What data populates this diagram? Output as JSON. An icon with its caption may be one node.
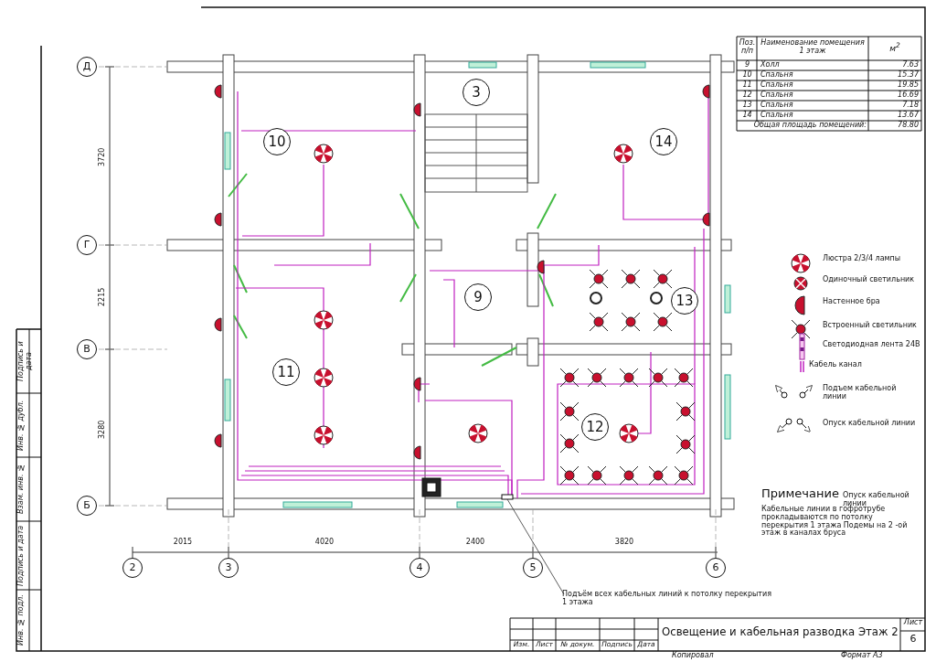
{
  "diagram": {
    "title": "Освещение и кабельная разводка Этаж 2",
    "nodes": [
      {
        "text": [
          "Подъём всех кабельных линий к потолку перекрытия 1 этажа"
        ]
      },
      {
        "text": [],
        "shape": "box"
      }
    ],
    "edges": [
      {
        "from": 0,
        "to": 1,
        "arrow": "none"
      }
    ],
    "labels": [
      "Д",
      "Г",
      "В",
      "Б",
      "3720",
      "2215",
      "3280",
      "3",
      "10",
      "14",
      "9",
      "13",
      "11",
      "12",
      "Поз. п/п",
      "Наименование помещения 1 этаж",
      "м$^{2}$",
      "9",
      "Холл",
      "7.63",
      "10",
      "Спальня",
      "15.37",
      "11",
      "Спальня",
      "19.85",
      "12",
      "Спальня",
      "16.69",
      "13",
      "Спальня",
      "7.18",
      "14",
      "Спальня",
      "13.67",
      "Общая площадь помещений:",
      "78.80",
      "2015",
      "4020",
      "2400",
      "3820",
      "2",
      "3",
      "4",
      "5",
      "6",
      "Примечание",
      "Опуск кабельной линии",
      "Кабельные линии в гофротрубе прокладываются по потолку перекрытия 1 этажа Подемы на 2 -ой этаж в каналах бруса",
      "Подпись и дата",
      "Инв. № дубл.",
      "Взам. инв. №",
      "Подпись и дата",
      "Инв. № подл.",
      "Изм.",
      "Лист",
      "№ докум.",
      "Подпись",
      "Дата",
      "Лист",
      "6",
      "Копировал",
      "Формат А3"
    ],
    "legend": [
      {
        "text": "Люстра 2/3/4 лампы"
      },
      {
        "text": "Одиночный светильник"
      },
      {
        "text": "Настенное бра"
      },
      {
        "text": "Встроенный светильник"
      },
      {
        "text": "Светодиодная лента 24В"
      },
      {
        "text": "Кабель канал"
      },
      {
        "text": "Подъем кабельной линии"
      },
      {
        "text": "Опуск кабельной линии"
      }
    ]
  }
}
